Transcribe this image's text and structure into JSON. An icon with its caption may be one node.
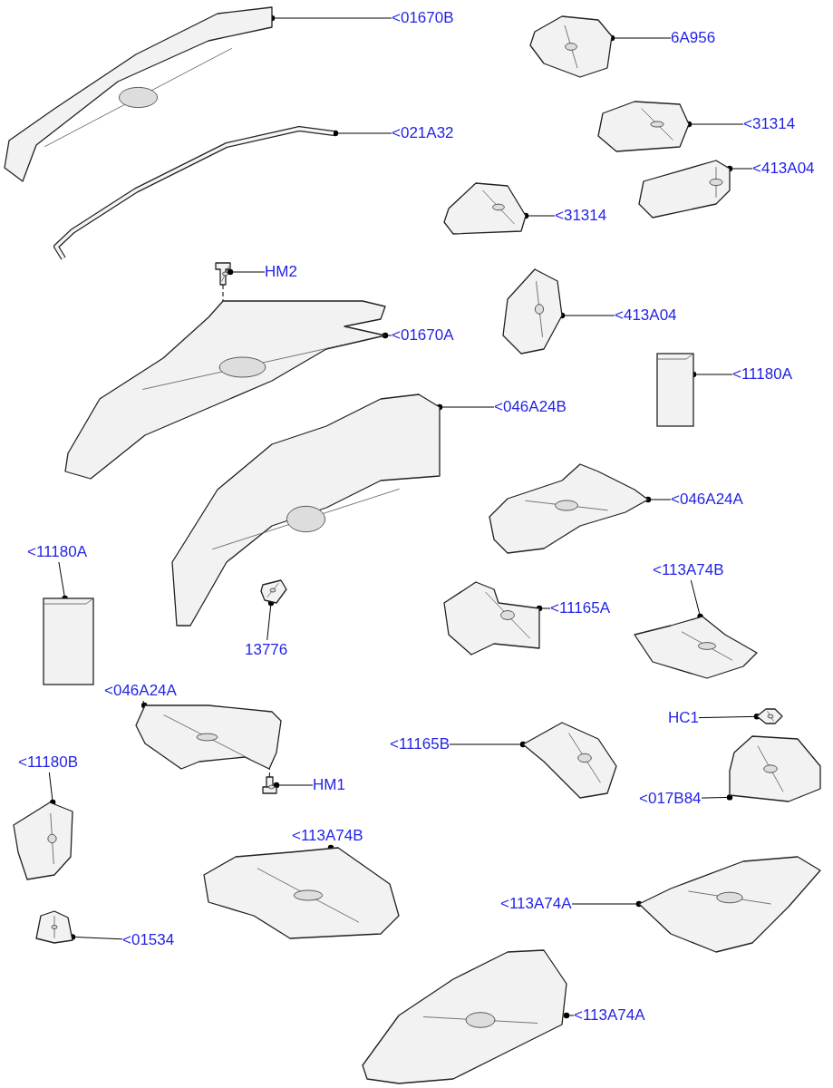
{
  "diagram": {
    "nodes": [
      {
        "text": [
          "<01670B"
        ]
      },
      {
        "text": [],
        "shape": "picture"
      },
      {
        "text": [
          "<021A32"
        ]
      },
      {
        "text": [],
        "shape": "picture"
      },
      {
        "text": [
          "6A956"
        ]
      },
      {
        "text": [],
        "shape": "picture"
      },
      {
        "text": [
          "<31314"
        ]
      },
      {
        "text": [],
        "shape": "picture"
      },
      {
        "text": [
          "<413A04"
        ]
      },
      {
        "text": [],
        "shape": "picture"
      },
      {
        "text": [
          "<31314"
        ]
      },
      {
        "text": [],
        "shape": "picture"
      },
      {
        "text": [
          "HM2"
        ]
      },
      {
        "text": [],
        "shape": "picture"
      },
      {
        "text": [
          "<01670A"
        ]
      },
      {
        "text": [],
        "shape": "picture"
      },
      {
        "text": [
          "<413A04"
        ]
      },
      {
        "text": [],
        "shape": "picture"
      },
      {
        "text": [
          "<11180A"
        ]
      },
      {
        "text": [],
        "shape": "box"
      },
      {
        "text": [
          "<046A24B"
        ]
      },
      {
        "text": [],
        "shape": "picture"
      },
      {
        "text": [
          "<046A24A"
        ]
      },
      {
        "text": [],
        "shape": "picture"
      },
      {
        "text": [
          "<11180A"
        ]
      },
      {
        "text": [],
        "shape": "box"
      },
      {
        "text": [
          "<113A74B"
        ]
      },
      {
        "text": [],
        "shape": "picture"
      },
      {
        "text": [
          "<11165A"
        ]
      },
      {
        "text": [],
        "shape": "picture"
      },
      {
        "text": [
          "13776"
        ]
      },
      {
        "text": [],
        "shape": "picture"
      },
      {
        "text": [
          "<046A24A"
        ]
      },
      {
        "text": [],
        "shape": "picture"
      },
      {
        "text": [
          "HC1"
        ]
      },
      {
        "text": [],
        "shape": "picture"
      },
      {
        "text": [
          "<11165B"
        ]
      },
      {
        "text": [],
        "shape": "picture"
      },
      {
        "text": [
          "<11180B"
        ]
      },
      {
        "text": [],
        "shape": "picture"
      },
      {
        "text": [
          "HM1"
        ]
      },
      {
        "text": [],
        "shape": "picture"
      },
      {
        "text": [
          "<017B84"
        ]
      },
      {
        "text": [],
        "shape": "picture"
      },
      {
        "text": [
          "<113A74B"
        ]
      },
      {
        "text": [],
        "shape": "picture"
      },
      {
        "text": [
          "<113A74A"
        ]
      },
      {
        "text": [],
        "shape": "picture"
      },
      {
        "text": [
          "<01534"
        ]
      },
      {
        "text": [],
        "shape": "picture"
      },
      {
        "text": [
          "<113A74A"
        ]
      },
      {
        "text": [],
        "shape": "picture"
      }
    ],
    "edges": [
      {
        "from": 0,
        "to": 1,
        "arrow": "other"
      },
      {
        "from": 2,
        "to": 3,
        "arrow": "other"
      },
      {
        "from": 4,
        "to": 5,
        "arrow": "other"
      },
      {
        "from": 6,
        "to": 7,
        "arrow": "other"
      },
      {
        "from": 8,
        "to": 9,
        "arrow": "other"
      },
      {
        "from": 10,
        "to": 11,
        "arrow": "other"
      },
      {
        "from": 12,
        "to": 13,
        "arrow": "other"
      },
      {
        "from": 14,
        "to": 15,
        "arrow": "other"
      },
      {
        "from": 16,
        "to": 17,
        "arrow": "other"
      },
      {
        "from": 18,
        "to": 19,
        "arrow": "other"
      },
      {
        "from": 20,
        "to": 21,
        "arrow": "other"
      },
      {
        "from": 22,
        "to": 23,
        "arrow": "other"
      },
      {
        "from": 24,
        "to": 25,
        "arrow": "other"
      },
      {
        "from": 26,
        "to": 27,
        "arrow": "other"
      },
      {
        "from": 28,
        "to": 29,
        "arrow": "other"
      },
      {
        "from": 30,
        "to": 31,
        "arrow": "other"
      },
      {
        "from": 32,
        "to": 33,
        "arrow": "other"
      },
      {
        "from": 34,
        "to": 35,
        "arrow": "other"
      },
      {
        "from": 36,
        "to": 37,
        "arrow": "other"
      },
      {
        "from": 38,
        "to": 39,
        "arrow": "other"
      },
      {
        "from": 40,
        "to": 41,
        "arrow": "other"
      },
      {
        "from": 42,
        "to": 43,
        "arrow": "other"
      },
      {
        "from": 44,
        "to": 45,
        "arrow": "other"
      },
      {
        "from": 46,
        "to": 47,
        "arrow": "other"
      },
      {
        "from": 48,
        "to": 49,
        "arrow": "other"
      },
      {
        "from": 50,
        "to": 51,
        "arrow": "other"
      },
      {
        "from": 13,
        "to": 15,
        "arrow": "none",
        "style": "dashed"
      },
      {
        "from": 41,
        "to": 33,
        "arrow": "none",
        "style": "dashed"
      }
    ]
  }
}
